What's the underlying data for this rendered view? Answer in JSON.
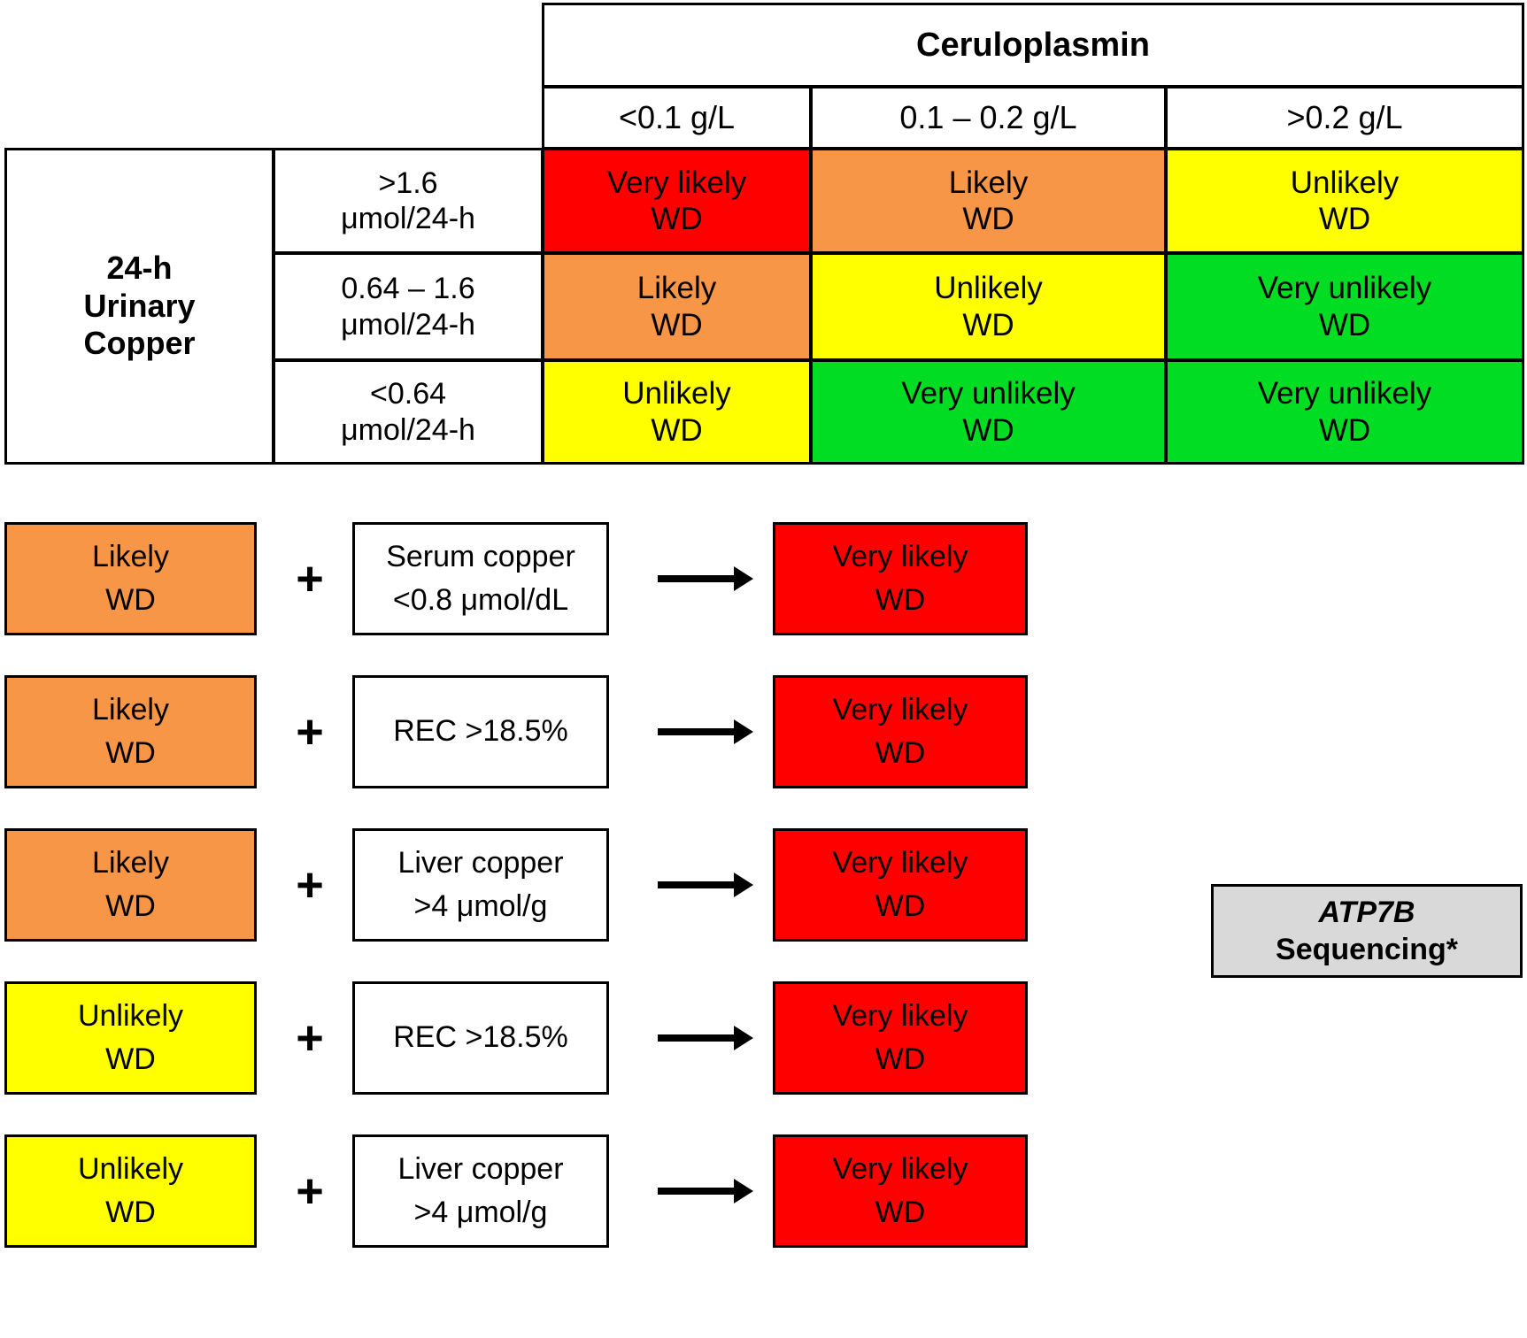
{
  "matrix": {
    "col_group_header": "Ceruloplasmin",
    "row_group_header_lines": [
      "24-h",
      "Urinary",
      "Copper"
    ],
    "column_headers": [
      "<0.1 g/L",
      "0.1 – 0.2 g/L",
      ">0.2 g/L"
    ],
    "row_headers": [
      {
        "line1": ">1.6",
        "line2": "μmol/24-h"
      },
      {
        "line1": "0.64 – 1.6",
        "line2": "μmol/24-h"
      },
      {
        "line1": "<0.64",
        "line2": "μmol/24-h"
      }
    ],
    "cells": [
      [
        {
          "line1": "Very likely",
          "line2": "WD",
          "color": "#ff0000",
          "level": "very-likely"
        },
        {
          "line1": "Likely",
          "line2": "WD",
          "color": "#f79646",
          "level": "likely"
        },
        {
          "line1": "Unlikely",
          "line2": "WD",
          "color": "#ffff00",
          "level": "unlikely"
        }
      ],
      [
        {
          "line1": "Likely",
          "line2": "WD",
          "color": "#f79646",
          "level": "likely"
        },
        {
          "line1": "Unlikely",
          "line2": "WD",
          "color": "#ffff00",
          "level": "unlikely"
        },
        {
          "line1": "Very unlikely",
          "line2": "WD",
          "color": "#00dd22",
          "level": "very-unlikely"
        }
      ],
      [
        {
          "line1": "Unlikely",
          "line2": "WD",
          "color": "#ffff00",
          "level": "unlikely"
        },
        {
          "line1": "Very unlikely",
          "line2": "WD",
          "color": "#00dd22",
          "level": "very-unlikely"
        },
        {
          "line1": "Very unlikely",
          "line2": "WD",
          "color": "#00dd22",
          "level": "very-unlikely"
        }
      ]
    ]
  },
  "flow": {
    "plus_symbol": "+",
    "rows": [
      {
        "verdict": {
          "line1": "Likely",
          "line2": "WD",
          "color": "#f79646"
        },
        "test": {
          "line1": "Serum copper",
          "line2": "<0.8 μmol/dL",
          "color": "#ffffff"
        },
        "result": {
          "line1": "Very likely",
          "line2": "WD",
          "color": "#ff0000"
        }
      },
      {
        "verdict": {
          "line1": "Likely",
          "line2": "WD",
          "color": "#f79646"
        },
        "test": {
          "line1": "REC >18.5%",
          "line2": "",
          "color": "#ffffff"
        },
        "result": {
          "line1": "Very likely",
          "line2": "WD",
          "color": "#ff0000"
        }
      },
      {
        "verdict": {
          "line1": "Likely",
          "line2": "WD",
          "color": "#f79646"
        },
        "test": {
          "line1": "Liver copper",
          "line2": ">4 μmol/g",
          "color": "#ffffff"
        },
        "result": {
          "line1": "Very likely",
          "line2": "WD",
          "color": "#ff0000"
        }
      },
      {
        "verdict": {
          "line1": "Unlikely",
          "line2": "WD",
          "color": "#ffff00"
        },
        "test": {
          "line1": "REC >18.5%",
          "line2": "",
          "color": "#ffffff"
        },
        "result": {
          "line1": "Very likely",
          "line2": "WD",
          "color": "#ff0000"
        }
      },
      {
        "verdict": {
          "line1": "Unlikely",
          "line2": "WD",
          "color": "#ffff00"
        },
        "test": {
          "line1": "Liver copper",
          "line2": ">4 μmol/g",
          "color": "#ffffff"
        },
        "result": {
          "line1": "Very likely",
          "line2": "WD",
          "color": "#ff0000"
        }
      }
    ]
  },
  "sequencing": {
    "gene": "ATP7B",
    "label": "Sequencing*",
    "background": "#d9d9d9"
  }
}
